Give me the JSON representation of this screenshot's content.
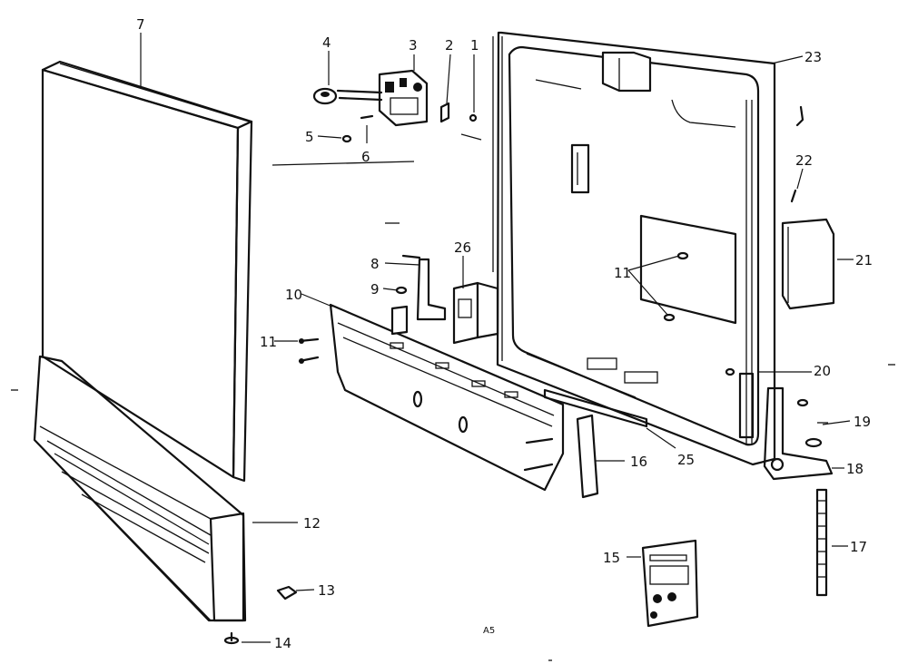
{
  "labels": {
    "p1": "1",
    "p2": "2",
    "p3": "3",
    "p4": "4",
    "p5": "5",
    "p6": "6",
    "p7": "7",
    "p8": "8",
    "p9": "9",
    "p10": "10",
    "p11a": "11",
    "p11b": "11",
    "p12": "12",
    "p13": "13",
    "p14": "14",
    "p15": "15",
    "p16": "16",
    "p17": "17",
    "p18": "18",
    "p19": "19",
    "p20": "20",
    "p21": "21",
    "p22": "22",
    "p23": "23",
    "p25": "25",
    "p26": "26"
  },
  "code": "A5"
}
